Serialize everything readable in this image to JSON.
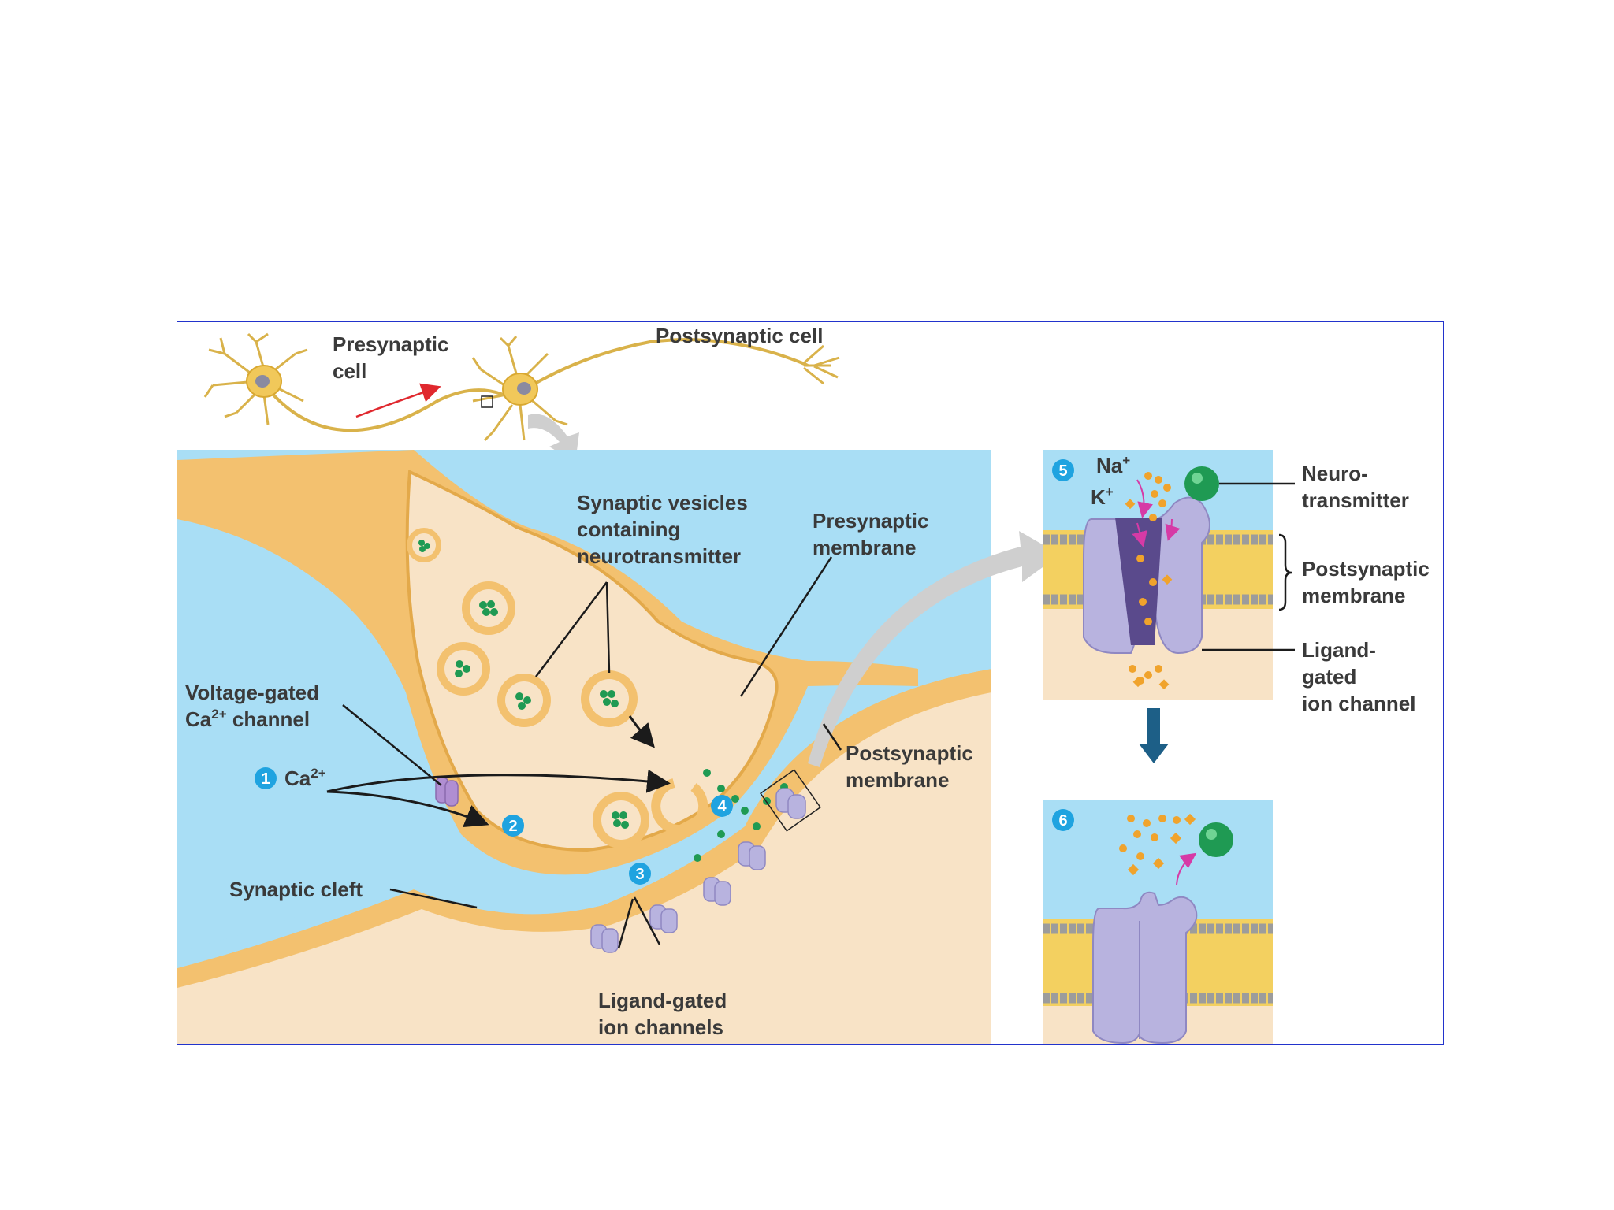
{
  "labels": {
    "presynaptic_cell": [
      "Presynaptic",
      "cell"
    ],
    "postsynaptic_cell": "Postsynaptic cell",
    "synaptic_vesicles": [
      "Synaptic vesicles",
      "containing",
      "neurotransmitter"
    ],
    "presynaptic_membrane": [
      "Presynaptic",
      "membrane"
    ],
    "voltage_gated": [
      "Voltage-gated",
      "Ca",
      "2+",
      " channel"
    ],
    "ca_ion": [
      "Ca",
      "2+"
    ],
    "postsynaptic_membrane_main": [
      "Postsynaptic",
      "membrane"
    ],
    "synaptic_cleft": "Synaptic cleft",
    "ligand_gated_channels": [
      "Ligand-gated",
      "ion channels"
    ],
    "na_ion": [
      "Na",
      "+"
    ],
    "k_ion": [
      "K",
      "+"
    ],
    "neurotransmitter": [
      "Neuro-",
      "transmitter"
    ],
    "postsynaptic_membrane_inset": [
      "Postsynaptic",
      "membrane"
    ],
    "ligand_gated_ion_channel": [
      "Ligand-",
      "gated",
      "ion channel"
    ]
  },
  "steps": [
    "1",
    "2",
    "3",
    "4",
    "5",
    "6"
  ],
  "colors": {
    "extracellular": "#a9def5",
    "cell_body": "#f3c16f",
    "cell_light": "#f9deaa",
    "cytoplasm": "#f8e3c6",
    "neurotransmitter": "#1f9a53",
    "channel": "#b8b3df",
    "step_badge": "#1fa3e0",
    "border": "#2233cc",
    "arrow_gray": "#cfcfcf",
    "arrow_down": "#1d5f87"
  }
}
